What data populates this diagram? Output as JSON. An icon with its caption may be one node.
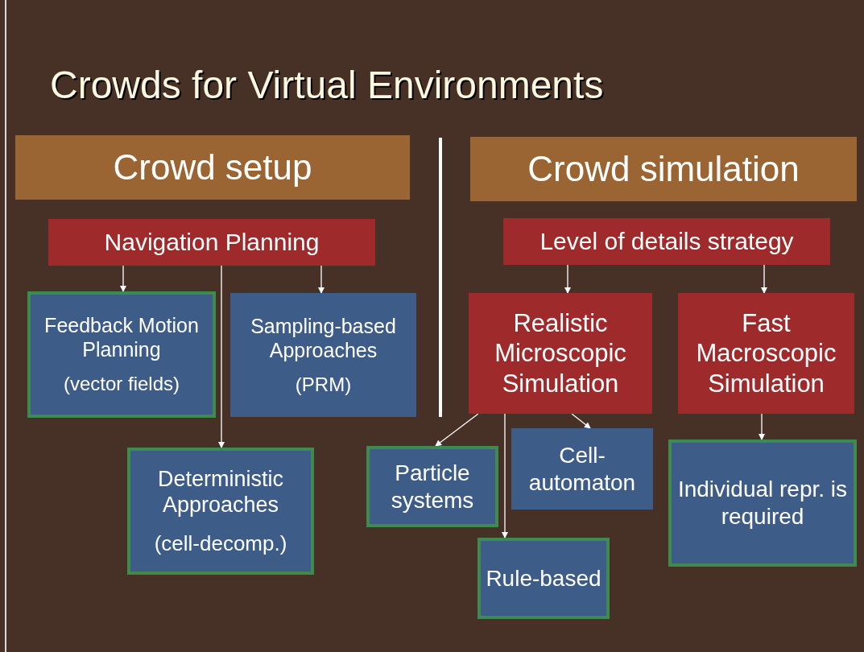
{
  "diagram": {
    "title": "Crowds for Virtual Environments",
    "nodes": [
      {
        "text": [
          "Crowd setup"
        ]
      },
      {
        "text": [
          "Crowd simulation"
        ]
      },
      {
        "text": [
          "Navigation Planning"
        ]
      },
      {
        "text": [
          "Feedback Motion Planning",
          "(vector fields)"
        ]
      },
      {
        "text": [
          "Sampling-based Approaches",
          "(PRM)"
        ]
      },
      {
        "text": [
          "Deterministic Approaches",
          "(cell-decomp.)"
        ]
      },
      {
        "text": [
          "Level of details strategy"
        ]
      },
      {
        "text": [
          "Realistic Microscopic Simulation"
        ]
      },
      {
        "text": [
          "Fast Macroscopic Simulation"
        ]
      },
      {
        "text": [
          "Particle systems"
        ]
      },
      {
        "text": [
          "Cell-automaton"
        ]
      },
      {
        "text": [
          "Rule-based"
        ]
      },
      {
        "text": [
          "Individual repr. is required"
        ]
      }
    ],
    "edges": [
      {
        "from": 2,
        "to": 3,
        "arrow": "to"
      },
      {
        "from": 2,
        "to": 5,
        "arrow": "to"
      },
      {
        "from": 2,
        "to": 4,
        "arrow": "to"
      },
      {
        "from": 6,
        "to": 7,
        "arrow": "to"
      },
      {
        "from": 6,
        "to": 8,
        "arrow": "to"
      },
      {
        "from": 7,
        "to": 9,
        "arrow": "to"
      },
      {
        "from": 7,
        "to": 11,
        "arrow": "to"
      },
      {
        "from": 7,
        "to": 10,
        "arrow": "to"
      },
      {
        "from": 8,
        "to": 12,
        "arrow": "to"
      }
    ]
  }
}
